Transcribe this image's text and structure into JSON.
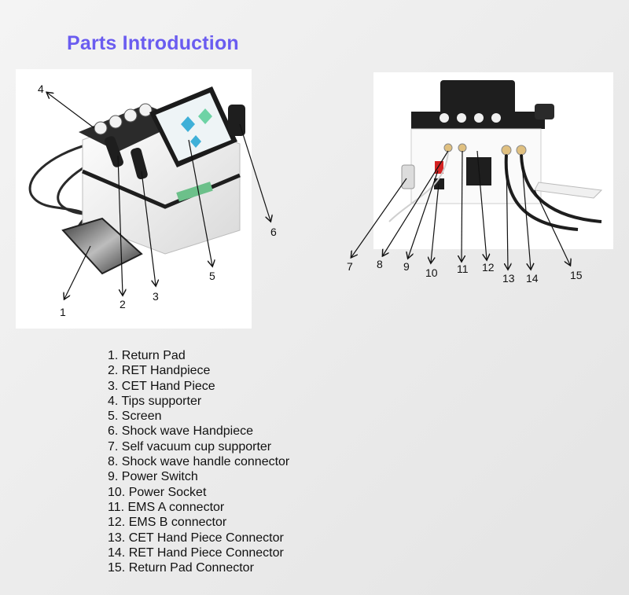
{
  "title": "Parts Introduction",
  "front_view": {
    "callouts": [
      "1",
      "2",
      "3",
      "4",
      "5",
      "6"
    ]
  },
  "back_view": {
    "callouts": [
      "7",
      "8",
      "9",
      "10",
      "11",
      "12",
      "13",
      "14",
      "15"
    ]
  },
  "parts": [
    "1. Return Pad",
    "2. RET Handpiece",
    "3. CET Hand Piece",
    "4. Tips supporter",
    "5. Screen",
    "6. Shock wave Handpiece",
    "7. Self vacuum cup supporter",
    "8. Shock wave handle connector",
    "9. Power Switch",
    "10.  Power Socket",
    "11. EMS A connector",
    "12. EMS B connector",
    "13. CET Hand Piece Connector",
    "14. RET Hand Piece Connector",
    "15. Return Pad Connector"
  ],
  "colors": {
    "title": "#6a5cf0",
    "device_body": "#ffffff",
    "device_dark": "#1e1e1e",
    "screen_accent": "#3fb0d8",
    "power_switch": "#d42222"
  }
}
